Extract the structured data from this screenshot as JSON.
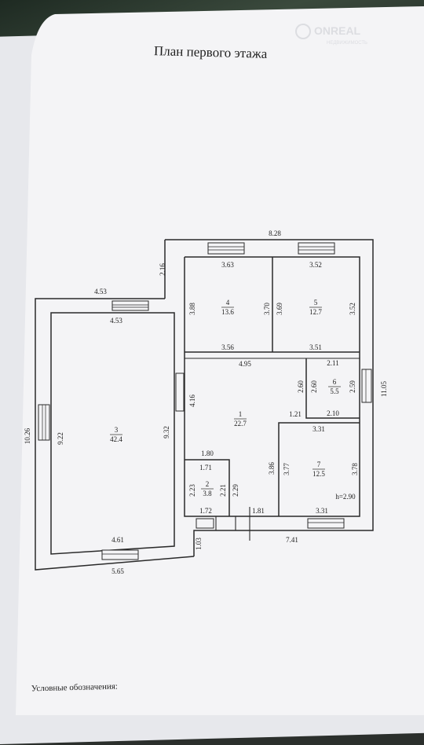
{
  "watermark": {
    "brand": "ONREAL",
    "tagline": "НЕДВИЖИМОСТЬ"
  },
  "title": "План первого этажа",
  "legend_title": "Условные обозначения:",
  "colors": {
    "paper": "#f4f4f6",
    "ink": "#2a2a2a"
  },
  "rooms": [
    {
      "number": "1",
      "area": "22.7"
    },
    {
      "number": "2",
      "area": "3.8"
    },
    {
      "number": "3",
      "area": "42.4"
    },
    {
      "number": "4",
      "area": "13.6"
    },
    {
      "number": "5",
      "area": "12.7"
    },
    {
      "number": "6",
      "area": "5.5"
    },
    {
      "number": "7",
      "area": "12.5"
    }
  ],
  "height_note": "h=2.90",
  "dimensions": {
    "overall_top": "8.28",
    "overall_right": "11.05",
    "overall_left": "10.26",
    "overall_bottom_right": "7.41",
    "bottom_left": "5.65",
    "top_left_wing": "4.53",
    "step_up": "2.16",
    "step_down": "1.03",
    "r4_top": "3.63",
    "r4_left": "3.88",
    "r4_right": "3.70",
    "r4_bottom": "3.56",
    "r5_top": "3.52",
    "r5_left": "3.69",
    "r5_right": "3.52",
    "r5_bottom": "3.51",
    "r3_top": "4.53",
    "r3_left": "9.22",
    "r3_right": "9.32",
    "r3_bottom": "4.61",
    "r1_top": "4.95",
    "r1_left": "4.16",
    "r1_notch": "1.21",
    "r1_right": "3.86",
    "r1_bottom": "1.81",
    "r6_top": "2.11",
    "r6_left_a": "2.60",
    "r6_left_b": "2.60",
    "r6_right": "2.59",
    "r6_bottom": "2.10",
    "r7_top": "3.31",
    "r7_left": "3.77",
    "r7_right": "3.78",
    "r7_bottom": "3.31",
    "r2_top_a": "1.80",
    "r2_top_b": "1.71",
    "r2_left": "2.23",
    "r2_right_a": "2.21",
    "r2_right_b": "2.29",
    "r2_bottom": "1.72"
  }
}
